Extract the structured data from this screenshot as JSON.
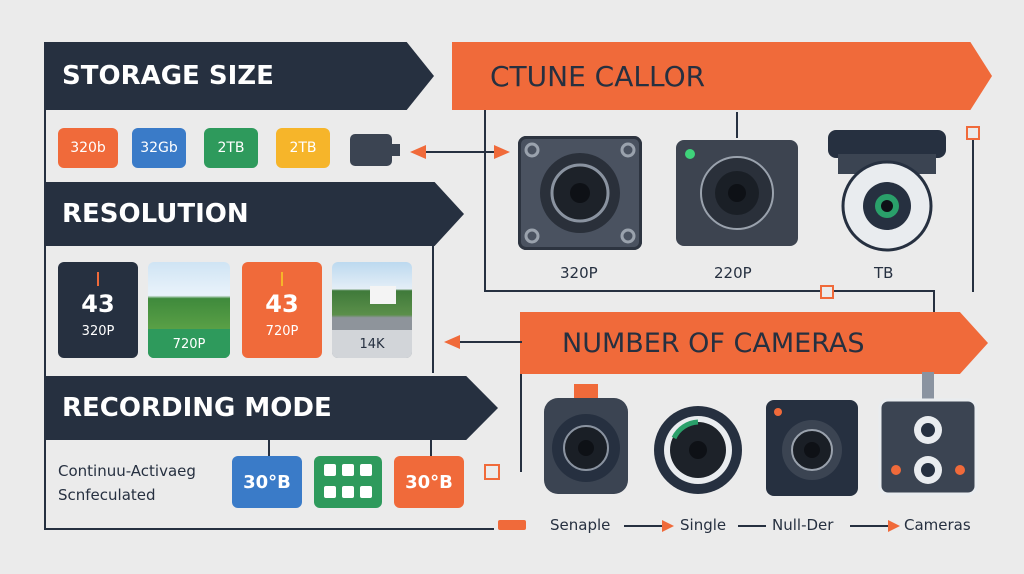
{
  "banners": {
    "storage": "STORAGE SIZE",
    "top_right": "CTUNE CALLOR",
    "resolution": "RESOLUTION",
    "cameras": "NUMBER OF CAMERAS",
    "recording": "RECORDING MODE"
  },
  "storage_tiles": [
    {
      "label": "320b",
      "color": "#f06a3a"
    },
    {
      "label": "32Gb",
      "color": "#3a7bc8"
    },
    {
      "label": "2TB",
      "color": "#2e9a5c"
    },
    {
      "label": "2TB",
      "color": "#f6b52a"
    }
  ],
  "top_cameras": [
    "320P",
    "220P",
    "TB"
  ],
  "resolution_panels": [
    {
      "number": "43",
      "caption": "320P",
      "style": "dark"
    },
    {
      "number": "",
      "caption": "720P",
      "style": "photo-green"
    },
    {
      "number": "43",
      "caption": "720P",
      "style": "orange"
    },
    {
      "number": "",
      "caption": "14K",
      "style": "photo-gray"
    }
  ],
  "recording": {
    "line1": "Continuu-Activaeg",
    "line2": "Scnfeculated",
    "tile_blue": "30°B",
    "tile_orange": "30°B"
  },
  "flow_labels": [
    "Senaple",
    "Single",
    "Null-Der",
    "Cameras"
  ],
  "colors": {
    "navy": "#263040",
    "orange": "#f06a3a",
    "background": "#ebebeb"
  }
}
